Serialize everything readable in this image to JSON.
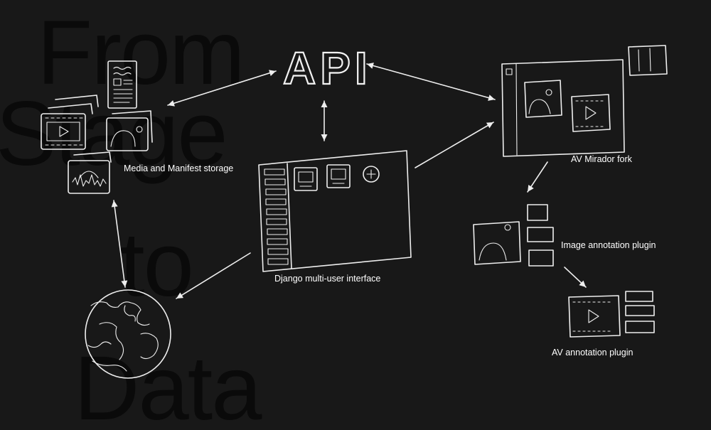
{
  "background_title": [
    "From",
    "Stage",
    "to",
    "Data"
  ],
  "nodes": {
    "api": "API",
    "media_storage": "Media and Manifest storage",
    "django": "Django multi-user interface",
    "mirador": "AV Mirador fork",
    "image_plugin": "Image annotation plugin",
    "av_plugin": "AV annotation plugin"
  },
  "colors": {
    "background": "#181818",
    "background_title": "#0a0a0a",
    "sketch": "#eeeeee",
    "label": "#ffffff"
  },
  "connections": [
    {
      "from": "api",
      "to": "media_storage",
      "bidirectional": true
    },
    {
      "from": "api",
      "to": "mirador",
      "bidirectional": true
    },
    {
      "from": "api",
      "to": "django",
      "bidirectional": true
    },
    {
      "from": "django",
      "to": "mirador",
      "bidirectional": false
    },
    {
      "from": "mirador",
      "to": "image_plugin",
      "bidirectional": false
    },
    {
      "from": "image_plugin",
      "to": "av_plugin",
      "bidirectional": false
    },
    {
      "from": "django",
      "to": "globe",
      "bidirectional": false
    },
    {
      "from": "media_storage",
      "to": "globe",
      "bidirectional": true
    }
  ]
}
